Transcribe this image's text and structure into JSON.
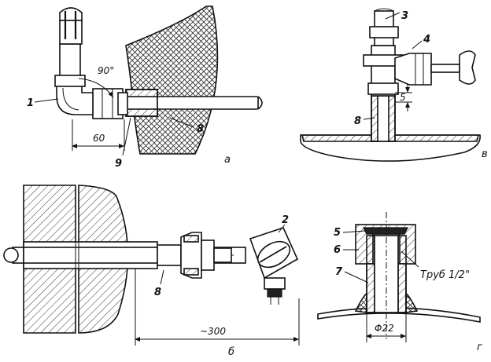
{
  "figures": {
    "a": {
      "sublabel": "а",
      "parts": [
        "1",
        "8",
        "9"
      ],
      "angle": "90°",
      "dimension": "60"
    },
    "b": {
      "sublabel": "б",
      "parts": [
        "2",
        "8"
      ],
      "dimension": "~300"
    },
    "v": {
      "sublabel": "в",
      "parts": [
        "3",
        "4",
        "8"
      ],
      "dimension": "5"
    },
    "g": {
      "sublabel": "г",
      "parts": [
        "5",
        "6",
        "7"
      ],
      "pipe_label": "Труб 1/2\"",
      "dimension": "Φ22"
    }
  }
}
